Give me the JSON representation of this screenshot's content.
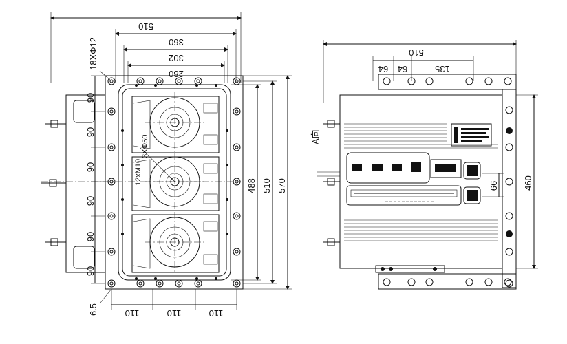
{
  "front_view": {
    "dims_top": [
      "510",
      "360",
      "302",
      "280"
    ],
    "hole_callout": "18XΦ12",
    "left_pitches": [
      "90",
      "90",
      "90",
      "90",
      "90",
      "90"
    ],
    "right_dims": [
      "488",
      "510",
      "570"
    ],
    "bottom_dims": [
      "110",
      "110",
      "110"
    ],
    "bottom_left": "6.5",
    "bushing_callout_1": "12xM10",
    "bushing_callout_2": "3XΦ50"
  },
  "side_view": {
    "view_label": "A向",
    "dims_top": [
      "510",
      "64",
      "64",
      "135"
    ],
    "right_dims": [
      "66",
      "460"
    ]
  }
}
